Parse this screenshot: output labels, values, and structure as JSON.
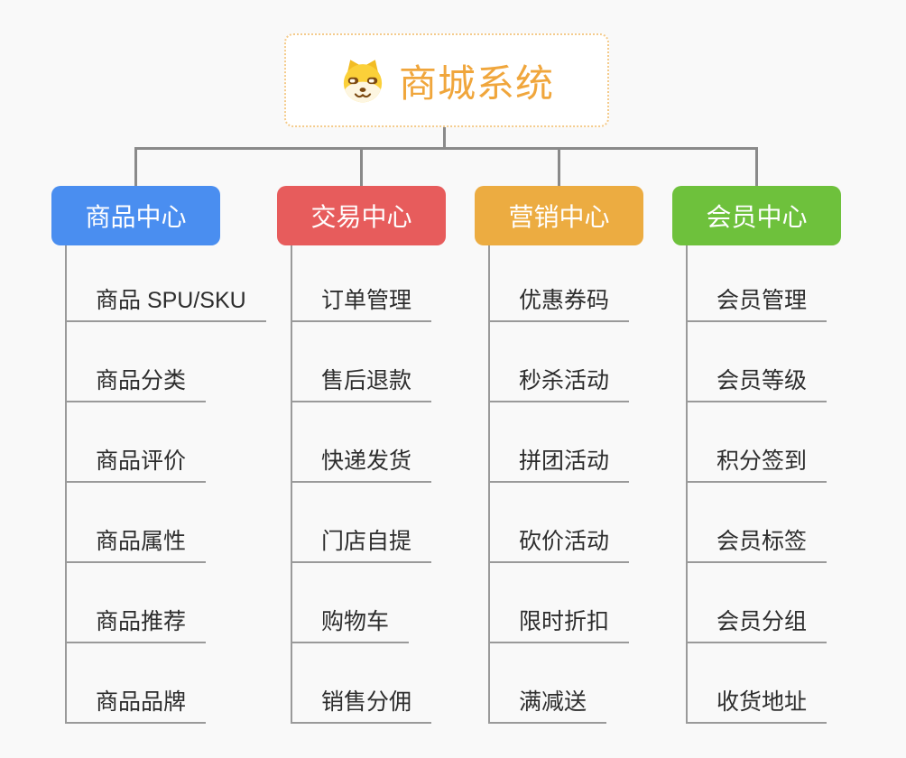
{
  "canvas": {
    "background": "#f9f9f9",
    "connector_color": "#8a8a8a",
    "underline_color": "#9a9a9a"
  },
  "root": {
    "title": "商城系统",
    "icon": "shiba-dog-icon",
    "text_color": "#f0a63c",
    "border_color": "#f4cb8c",
    "background": "#ffffff"
  },
  "branches": [
    {
      "label": "商品中心",
      "color": "#4a8ef0",
      "children": [
        "商品 SPU/SKU",
        "商品分类",
        "商品评价",
        "商品属性",
        "商品推荐",
        "商品品牌"
      ]
    },
    {
      "label": "交易中心",
      "color": "#e75c5c",
      "children": [
        "订单管理",
        "售后退款",
        "快递发货",
        "门店自提",
        "购物车",
        "销售分佣"
      ]
    },
    {
      "label": "营销中心",
      "color": "#ecac41",
      "children": [
        "优惠券码",
        "秒杀活动",
        "拼团活动",
        "砍价活动",
        "限时折扣",
        "满减送"
      ]
    },
    {
      "label": "会员中心",
      "color": "#6ec13c",
      "children": [
        "会员管理",
        "会员等级",
        "积分签到",
        "会员标签",
        "会员分组",
        "收货地址"
      ]
    }
  ]
}
